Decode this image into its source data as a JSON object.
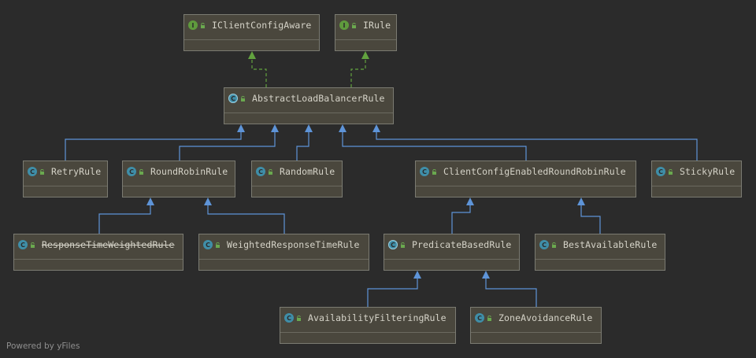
{
  "diagram": {
    "nodes": [
      {
        "id": "iclientconfigaware",
        "label": "IClientConfigAware",
        "kind": "interface",
        "kind_letter": "I",
        "deprecated": false
      },
      {
        "id": "irule",
        "label": "IRule",
        "kind": "interface",
        "kind_letter": "I",
        "deprecated": false
      },
      {
        "id": "abstractloadbalancerrule",
        "label": "AbstractLoadBalancerRule",
        "kind": "abstract",
        "kind_letter": "C",
        "deprecated": false
      },
      {
        "id": "retryrule",
        "label": "RetryRule",
        "kind": "class",
        "kind_letter": "C",
        "deprecated": false
      },
      {
        "id": "roundrobinrule",
        "label": "RoundRobinRule",
        "kind": "class",
        "kind_letter": "C",
        "deprecated": false
      },
      {
        "id": "randomrule",
        "label": "RandomRule",
        "kind": "class",
        "kind_letter": "C",
        "deprecated": false
      },
      {
        "id": "clientconfigenabledroundrobinrule",
        "label": "ClientConfigEnabledRoundRobinRule",
        "kind": "class",
        "kind_letter": "C",
        "deprecated": false
      },
      {
        "id": "stickyrule",
        "label": "StickyRule",
        "kind": "class",
        "kind_letter": "C",
        "deprecated": false
      },
      {
        "id": "responsetimeweightedrule",
        "label": "ResponseTimeWeightedRule",
        "kind": "class",
        "kind_letter": "C",
        "deprecated": true
      },
      {
        "id": "weightedresponsetimerule",
        "label": "WeightedResponseTimeRule",
        "kind": "class",
        "kind_letter": "C",
        "deprecated": false
      },
      {
        "id": "predicatebasedrule",
        "label": "PredicateBasedRule",
        "kind": "abstract",
        "kind_letter": "C",
        "deprecated": false
      },
      {
        "id": "bestavailablerule",
        "label": "BestAvailableRule",
        "kind": "class",
        "kind_letter": "C",
        "deprecated": false
      },
      {
        "id": "availabilityfilteringrule",
        "label": "AvailabilityFilteringRule",
        "kind": "class",
        "kind_letter": "C",
        "deprecated": false
      },
      {
        "id": "zoneavoidancerule",
        "label": "ZoneAvoidanceRule",
        "kind": "class",
        "kind_letter": "C",
        "deprecated": false
      }
    ],
    "edges": [
      {
        "from": "abstractloadbalancerrule",
        "to": "iclientconfigaware",
        "type": "implements"
      },
      {
        "from": "abstractloadbalancerrule",
        "to": "irule",
        "type": "implements"
      },
      {
        "from": "retryrule",
        "to": "abstractloadbalancerrule",
        "type": "extends"
      },
      {
        "from": "roundrobinrule",
        "to": "abstractloadbalancerrule",
        "type": "extends"
      },
      {
        "from": "randomrule",
        "to": "abstractloadbalancerrule",
        "type": "extends"
      },
      {
        "from": "clientconfigenabledroundrobinrule",
        "to": "abstractloadbalancerrule",
        "type": "extends"
      },
      {
        "from": "stickyrule",
        "to": "abstractloadbalancerrule",
        "type": "extends"
      },
      {
        "from": "responsetimeweightedrule",
        "to": "roundrobinrule",
        "type": "extends"
      },
      {
        "from": "weightedresponsetimerule",
        "to": "roundrobinrule",
        "type": "extends"
      },
      {
        "from": "predicatebasedrule",
        "to": "clientconfigenabledroundrobinrule",
        "type": "extends"
      },
      {
        "from": "bestavailablerule",
        "to": "clientconfigenabledroundrobinrule",
        "type": "extends"
      },
      {
        "from": "availabilityfilteringrule",
        "to": "predicatebasedrule",
        "type": "extends"
      },
      {
        "from": "zoneavoidancerule",
        "to": "predicatebasedrule",
        "type": "extends"
      }
    ],
    "colors": {
      "background": "#2b2b2b",
      "node_fill": "#4a473d",
      "extends_line": "#5e94d8",
      "implements_line": "#62a23f",
      "interface_badge": "#5f9a3d",
      "class_badge": "#3f8ea8"
    }
  },
  "footer": {
    "powered_by": "Powered by yFiles"
  }
}
